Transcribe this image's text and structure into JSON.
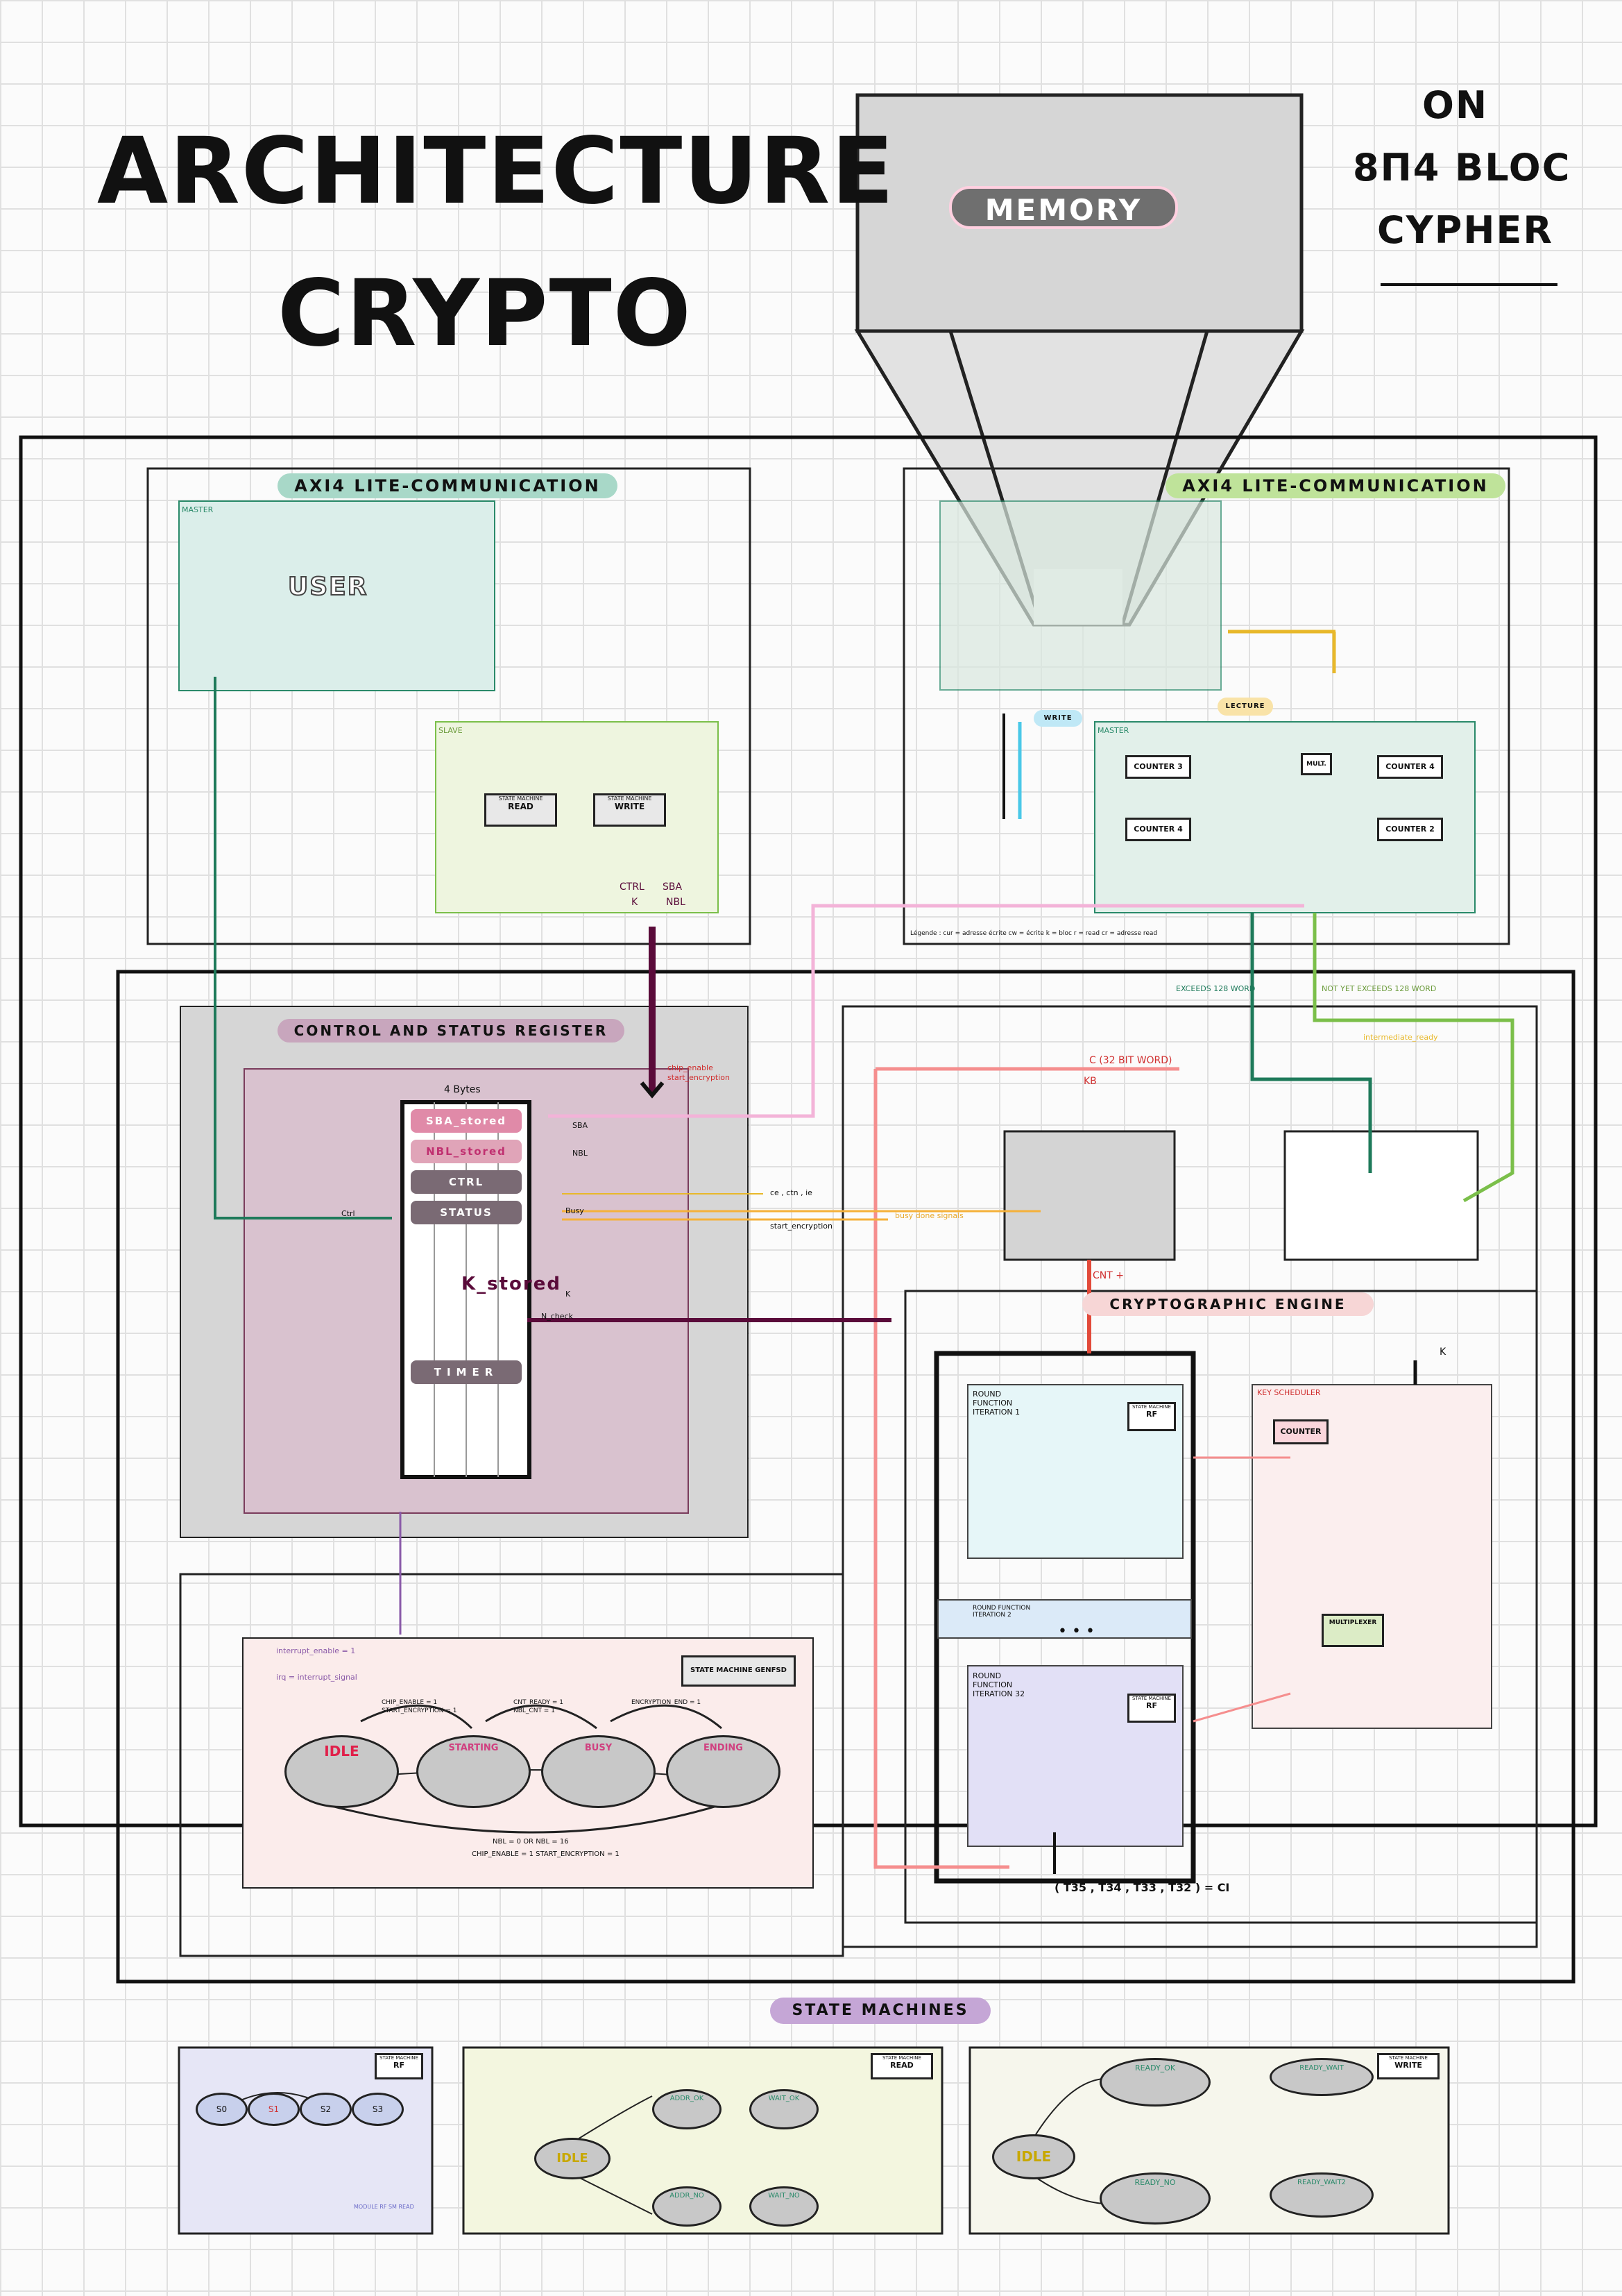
{
  "title": {
    "line1": "ARCHITECTURE",
    "line2": "CRYPTO"
  },
  "subtitle": {
    "line1": "ON",
    "line2": "8Π4 BLOC",
    "line3": "CYPHER"
  },
  "memory_label": "MEMORY",
  "left_axi": {
    "title": "AXI4 LITE-COMMUNICATION",
    "master_label": "MASTER",
    "user_label": "USER",
    "slave_label": "SLAVE",
    "sm_read_title": "STATE MACHINE",
    "sm_read": "READ",
    "sm_write_title": "STATE MACHINE",
    "sm_write": "WRITE",
    "ctrl": "CTRL",
    "sba": "SBA",
    "k": "K",
    "nbl": "NBL"
  },
  "right_axi": {
    "title": "AXI4 LITE-COMMUNICATION",
    "master_label": "MASTER",
    "write_badge": "WRITE",
    "lecture_badge": "LECTURE",
    "counter3": "COUNTER 3",
    "counter4a": "COUNTER 4",
    "counter4b": "COUNTER 4",
    "counter2": "COUNTER 2",
    "mult": "MULT.",
    "legend": "Légende : cur = adresse écrite   cw = écrite   k = bloc   r = read   cr = adresse read"
  },
  "csr": {
    "title": "CONTROL AND STATUS REGISTER",
    "width_label": "4 Bytes",
    "regs": [
      "SBA_stored",
      "NBL_stored",
      "CTRL",
      "STATUS"
    ],
    "k_stored": "K_stored",
    "timer": "TIMER",
    "chip_enable": "chip_enable",
    "start_encryption": "start_encryption",
    "ctrl_label": "Ctrl",
    "sba_side": "SBA",
    "nbl_side": "NBL",
    "busy_side": "Busy",
    "k_side": "K",
    "n_check": "N_check",
    "ce": "ce , ctn , ie",
    "start_enc": "start_encryption",
    "busy_done": "busy done signals"
  },
  "cell_note": {
    "exceeds": "EXCEEDS 128 WORD",
    "not_exceeds": "NOT YET EXCEEDS 128 WORD",
    "intermediate": "intermediate_ready"
  },
  "c_label": "C (32 BIT WORD)",
  "kb_label": "KB",
  "cnt_label": "CNT +",
  "engine": {
    "title": "CRYPTOGRAPHIC ENGINE",
    "k_label": "K",
    "round1": "ROUND FUNCTION ITERATION 1",
    "round2": "ROUND FUNCTION ITERATION 2",
    "round32": "ROUND FUNCTION ITERATION 32",
    "sm_rf": "STATE MACHINE",
    "rf": "RF",
    "key_schedule": "KEY SCHEDULER",
    "counter": "COUNTER",
    "multiplexer": "MULTIPLEXER",
    "output": "( T35 , T34 , T33 , T32 ) = CI",
    "dots": "• • •"
  },
  "fsm": {
    "interrupt_enable": "interrupt_enable = 1",
    "irq": "irq = interrupt_signal",
    "title": "STATE MACHINE GENFSD",
    "idle": "IDLE",
    "starting": "STARTING",
    "busy": "BUSY",
    "ending": "ENDING",
    "t1": "CHIP_ENABLE = 1",
    "t1b": "START_ENCRYPTION = 1",
    "t2": "CNT_READY = 1",
    "t2b": "NBL_CNT = 1",
    "t3": "ENCRYPTION_END = 1",
    "t4": "NBL = 0   OR   NBL = 16",
    "t5": "CHIP_ENABLE = 1   START_ENCRYPTION = 1"
  },
  "state_machines": {
    "title": "STATE MACHINES",
    "rf": {
      "title": "STATE MACHINE",
      "name": "RF",
      "states": [
        "S0",
        "S1",
        "S2",
        "S3"
      ],
      "module": "MODULE RF SM READ"
    },
    "read": {
      "title": "STATE MACHINE",
      "name": "READ",
      "idle": "IDLE",
      "states": [
        "ADDR_OK",
        "WAIT_OK",
        "ADDR_NO",
        "WAIT_NO"
      ]
    },
    "write": {
      "title": "STATE MACHINE",
      "name": "WRITE",
      "idle": "IDLE",
      "states": [
        "READY_OK",
        "READY_WAIT",
        "READY_NO",
        "READY_WAIT2"
      ]
    }
  }
}
